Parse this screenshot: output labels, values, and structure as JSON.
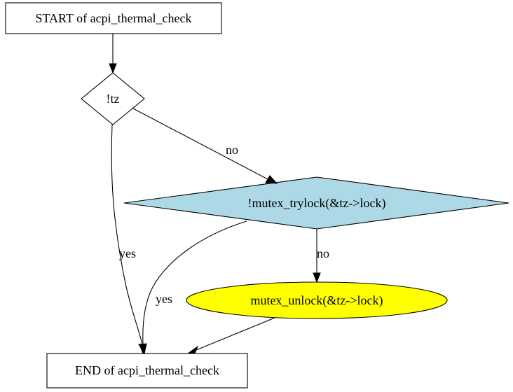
{
  "nodes": {
    "start": {
      "label": "START of acpi_thermal_check",
      "shape": "box",
      "fill": "#ffffff"
    },
    "check_tz": {
      "label": "!tz",
      "shape": "diamond",
      "fill": "#ffffff"
    },
    "check_trylock": {
      "label": "!mutex_trylock(&tz->lock)",
      "shape": "diamond",
      "fill": "#add8e6"
    },
    "unlock": {
      "label": "mutex_unlock(&tz->lock)",
      "shape": "ellipse",
      "fill": "#ffff00"
    },
    "end": {
      "label": "END of acpi_thermal_check",
      "shape": "box",
      "fill": "#ffffff"
    }
  },
  "edges": [
    {
      "from": "start",
      "to": "check_tz",
      "label": ""
    },
    {
      "from": "check_tz",
      "to": "check_trylock",
      "label": "no"
    },
    {
      "from": "check_tz",
      "to": "end",
      "label": "yes"
    },
    {
      "from": "check_trylock",
      "to": "unlock",
      "label": "no"
    },
    {
      "from": "check_trylock",
      "to": "end",
      "label": "yes"
    },
    {
      "from": "unlock",
      "to": "end",
      "label": ""
    }
  ]
}
